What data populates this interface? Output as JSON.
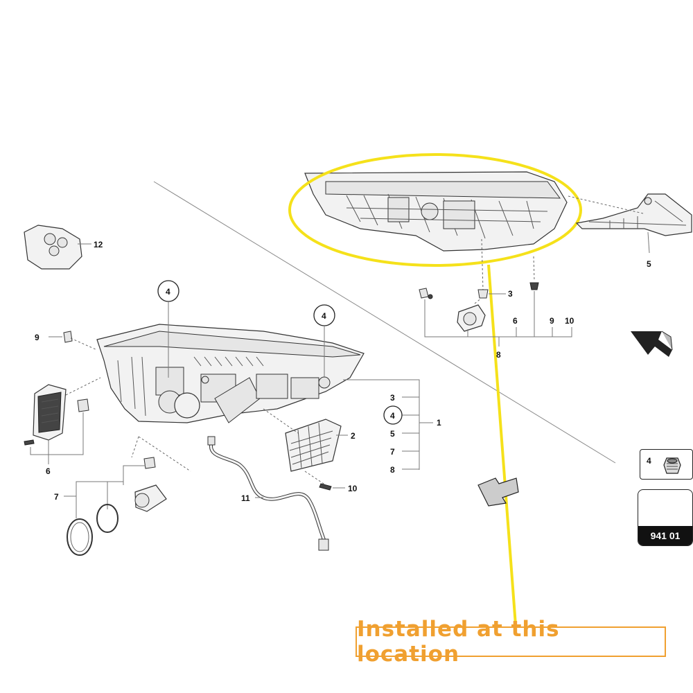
{
  "diagram": {
    "callout_text": "Installed at this location",
    "reference_code": "941 01",
    "inset_label": "4",
    "part_numbers": {
      "p1": "1",
      "p2": "2",
      "p3": "3",
      "p4": "4",
      "p5": "5",
      "p6": "6",
      "p7": "7",
      "p8": "8",
      "p9": "9",
      "p10": "10",
      "p11": "11",
      "p12": "12"
    },
    "colors": {
      "highlight_ellipse": "#f5e11a",
      "callout_line": "#f5e11a",
      "callout_text": "#f0a030",
      "ink": "#222222"
    }
  }
}
